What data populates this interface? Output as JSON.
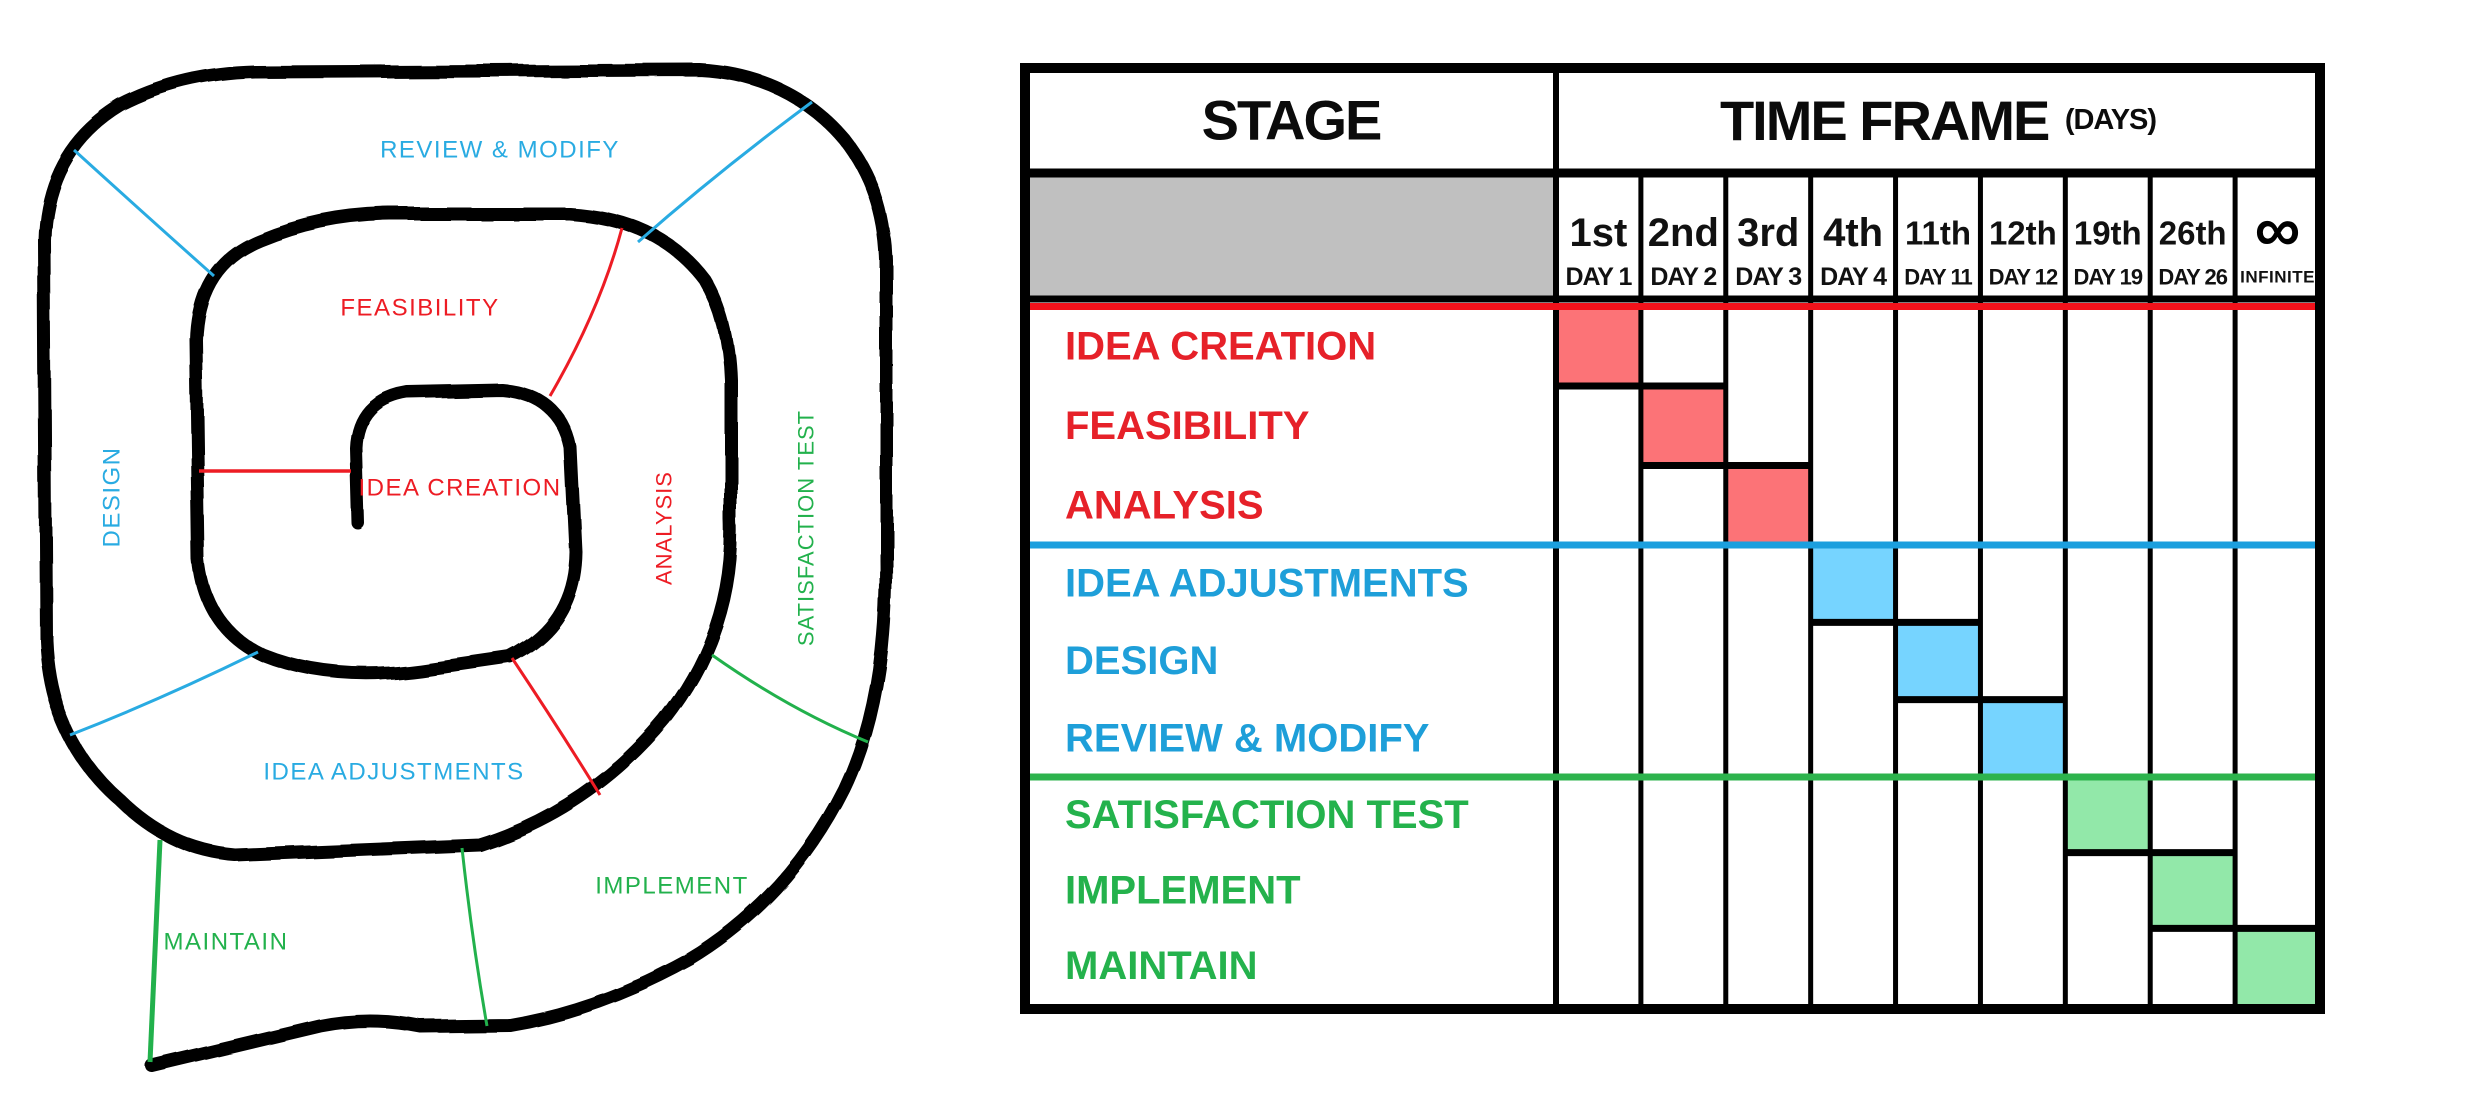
{
  "diagram": {
    "labels": {
      "review_modify": "REVIEW & MODIFY",
      "feasibility": "FEASIBILITY",
      "idea_creation": "IDEA CREATION",
      "design": "DESIGN",
      "analysis": "ANALYSIS",
      "satisfaction_test": "SATISFACTION TEST",
      "idea_adjustments": "IDEA ADJUSTMENTS",
      "implement": "IMPLEMENT",
      "maintain": "MAINTAIN"
    },
    "colors": {
      "spiral_stroke": "#000000",
      "blue": "#29ABE2",
      "red": "#ED1C24",
      "green": "#22B14C"
    }
  },
  "table": {
    "header": {
      "stage": "STAGE",
      "time_frame": "TIME FRAME",
      "days_note": "(DAYS)"
    },
    "gray_cell_color": "#C0C0C0",
    "columns": [
      {
        "ordinal": "1st",
        "day": "DAY 1"
      },
      {
        "ordinal": "2nd",
        "day": "DAY 2"
      },
      {
        "ordinal": "3rd",
        "day": "DAY 3"
      },
      {
        "ordinal": "4th",
        "day": "DAY 4"
      },
      {
        "ordinal": "11th",
        "day": "DAY 11"
      },
      {
        "ordinal": "12th",
        "day": "DAY 12"
      },
      {
        "ordinal": "19th",
        "day": "DAY 19"
      },
      {
        "ordinal": "26th",
        "day": "DAY 26"
      },
      {
        "ordinal": "∞",
        "day": "INFINITE",
        "is_infinity": true
      }
    ],
    "sections": [
      {
        "name": "red",
        "text_color": "#E62129",
        "line_color": "#F2121B",
        "bar_color": "#FC7377",
        "rows": [
          {
            "label": "IDEA CREATION",
            "bar_col": 0
          },
          {
            "label": "FEASIBILITY",
            "bar_col": 1
          },
          {
            "label": "ANALYSIS",
            "bar_col": 2
          }
        ]
      },
      {
        "name": "blue",
        "text_color": "#1E9FD9",
        "line_color": "#1B9FDE",
        "bar_color": "#76D4FF",
        "rows": [
          {
            "label": "IDEA ADJUSTMENTS",
            "bar_col": 3
          },
          {
            "label": "DESIGN",
            "bar_col": 4
          },
          {
            "label": "REVIEW & MODIFY",
            "bar_col": 5
          }
        ]
      },
      {
        "name": "green",
        "text_color": "#24B24C",
        "line_color": "#2DB34D",
        "bar_color": "#92E8A9",
        "rows": [
          {
            "label": "SATISFACTION TEST",
            "bar_col": 6
          },
          {
            "label": "IMPLEMENT",
            "bar_col": 7
          },
          {
            "label": "MAINTAIN",
            "bar_col": 8
          }
        ]
      }
    ]
  }
}
